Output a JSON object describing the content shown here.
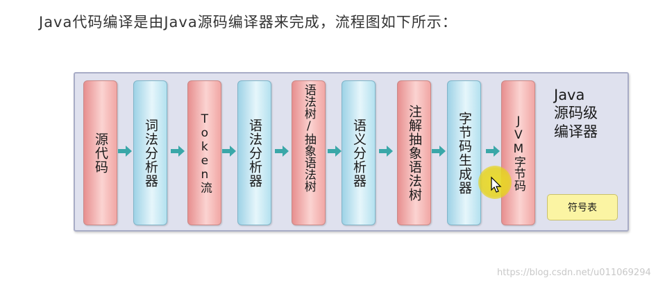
{
  "heading": "Java代码编译是由Java源码编译器来完成，流程图如下所示：",
  "diagram": {
    "boxes": [
      {
        "label": "源代码",
        "color": "pink"
      },
      {
        "label": "词法分析器",
        "color": "blue"
      },
      {
        "label": "Token流",
        "color": "pink"
      },
      {
        "label": "语法分析器",
        "color": "blue"
      },
      {
        "label": "语法树/抽象语法树",
        "color": "pink"
      },
      {
        "label": "语义分析器",
        "color": "blue"
      },
      {
        "label": "注解抽象语法树",
        "color": "pink"
      },
      {
        "label": "字节码生成器",
        "color": "blue"
      },
      {
        "label": "JVM字节码",
        "color": "pink"
      }
    ],
    "side_label_line1": "Java",
    "side_label_line2": "源码级",
    "side_label_line3": "编译器",
    "symbol_table": "符号表",
    "arrow_color": "#3aa7a8"
  },
  "watermark": "https://blog.csdn.net/u011069294"
}
